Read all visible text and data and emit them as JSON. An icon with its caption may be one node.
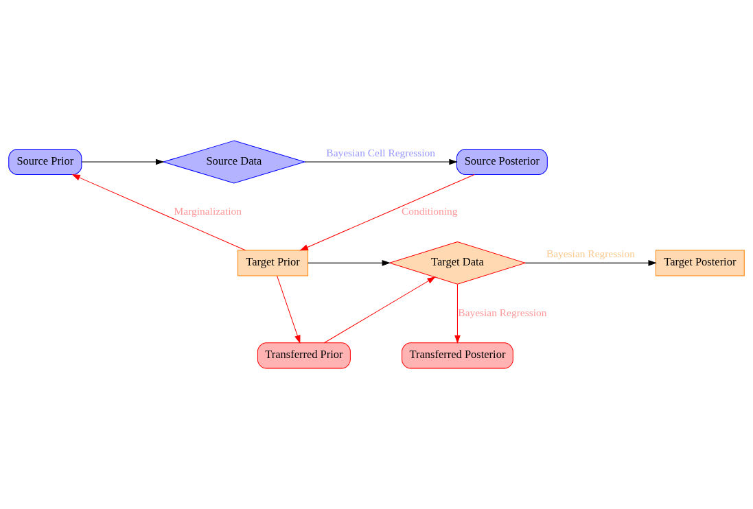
{
  "diagram": {
    "nodes": [
      {
        "text": [
          "Source Prior"
        ]
      },
      {
        "text": [
          "Source Data"
        ]
      },
      {
        "text": [
          "Source Posterior"
        ]
      },
      {
        "text": [
          "Target Prior"
        ]
      },
      {
        "text": [
          "Target Data"
        ]
      },
      {
        "text": [
          "Target Posterior"
        ]
      },
      {
        "text": [
          "Transferred Prior"
        ]
      },
      {
        "text": [
          "Transferred Posterior"
        ]
      }
    ],
    "edges": [
      {
        "from": 0,
        "to": 1,
        "arrow": "to",
        "color": "#000000"
      },
      {
        "from": 1,
        "to": 2,
        "arrow": "to",
        "label": "Bayesian Cell Regression",
        "color": "#000000"
      },
      {
        "from": 3,
        "to": 0,
        "arrow": "to",
        "label": "Marginalization"
      },
      {
        "from": 2,
        "to": 3,
        "arrow": "to",
        "label": "Conditioning"
      },
      {
        "from": 3,
        "to": 4,
        "arrow": "to",
        "color": "#000000"
      },
      {
        "from": 4,
        "to": 5,
        "arrow": "to",
        "label": "Bayesian Regression",
        "color": "#000000"
      },
      {
        "from": 3,
        "to": 6,
        "arrow": "to"
      },
      {
        "from": 6,
        "to": 4,
        "arrow": "to"
      },
      {
        "from": 4,
        "to": 7,
        "arrow": "to",
        "label": "Bayesian Regression"
      }
    ]
  }
}
